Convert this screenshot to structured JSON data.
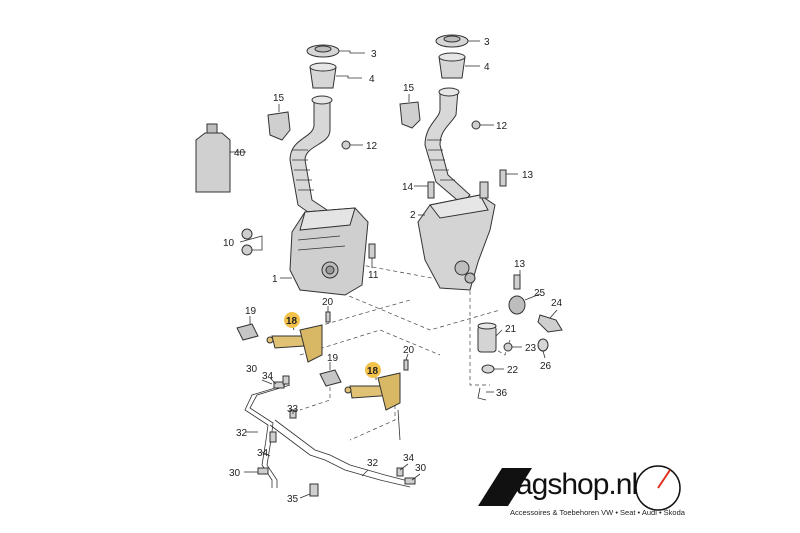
{
  "diagram": {
    "callouts": [
      {
        "id": "c3a",
        "text": "3"
      },
      {
        "id": "c4a",
        "text": "4"
      },
      {
        "id": "c3b",
        "text": "3"
      },
      {
        "id": "c4b",
        "text": "4"
      },
      {
        "id": "c15a",
        "text": "15"
      },
      {
        "id": "c15b",
        "text": "15"
      },
      {
        "id": "c12a",
        "text": "12"
      },
      {
        "id": "c12b",
        "text": "12"
      },
      {
        "id": "c40",
        "text": "40"
      },
      {
        "id": "c14",
        "text": "14"
      },
      {
        "id": "c13",
        "text": "13"
      },
      {
        "id": "c2",
        "text": "2"
      },
      {
        "id": "c10",
        "text": "10"
      },
      {
        "id": "c1",
        "text": "1"
      },
      {
        "id": "c11",
        "text": "11"
      },
      {
        "id": "c13b",
        "text": "13"
      },
      {
        "id": "c25",
        "text": "25"
      },
      {
        "id": "c24",
        "text": "24"
      },
      {
        "id": "c20a",
        "text": "20"
      },
      {
        "id": "c19a",
        "text": "19"
      },
      {
        "id": "c21",
        "text": "21"
      },
      {
        "id": "c23",
        "text": "23"
      },
      {
        "id": "c26",
        "text": "26"
      },
      {
        "id": "c19b",
        "text": "19"
      },
      {
        "id": "c20b",
        "text": "20"
      },
      {
        "id": "c22",
        "text": "22"
      },
      {
        "id": "c30a",
        "text": "30"
      },
      {
        "id": "c34a",
        "text": "34"
      },
      {
        "id": "c36",
        "text": "36"
      },
      {
        "id": "c33",
        "text": "33"
      },
      {
        "id": "c32a",
        "text": "32"
      },
      {
        "id": "c34b",
        "text": "34"
      },
      {
        "id": "c32b",
        "text": "32"
      },
      {
        "id": "c30b",
        "text": "30"
      },
      {
        "id": "c34c",
        "text": "34"
      },
      {
        "id": "c30c",
        "text": "30"
      },
      {
        "id": "c35",
        "text": "35"
      }
    ],
    "highlighted_callouts": [
      {
        "id": "h18a",
        "text": "18"
      },
      {
        "id": "h18b",
        "text": "18"
      }
    ],
    "highlight_color": "#f2c24a",
    "part_color": "#d6d6d6",
    "line_color": "#333333"
  },
  "logo": {
    "wordmark": "agshop.nl",
    "tagline": "Accessoires & Toebehoren VW • Seat • Audi • Škoda",
    "mark_color": "#111111",
    "accent_color": "#e0301e"
  }
}
